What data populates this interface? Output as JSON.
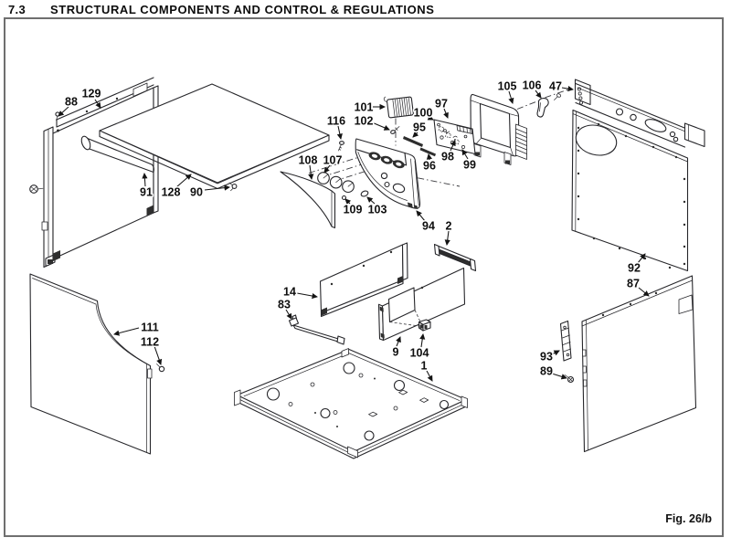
{
  "header": {
    "section_number": "7.3",
    "title": "STRUCTURAL COMPONENTS AND CONTROL & REGULATIONS"
  },
  "figure": {
    "caption": "Fig. 26/b"
  },
  "colors": {
    "ink": "#26262a",
    "paper": "#ffffff",
    "frame_border": "#6f6f6f"
  },
  "diagram": {
    "type": "exploded-parts-diagram",
    "subject": "Cabinet structural components, exploded isometric view",
    "part_labels": [
      "88",
      "129",
      "91",
      "128",
      "90",
      "116",
      "102",
      "101",
      "95",
      "96",
      "97",
      "98",
      "99",
      "100",
      "107",
      "108",
      "109",
      "103",
      "94",
      "2",
      "105",
      "106",
      "47",
      "92",
      "87",
      "93",
      "89",
      "111",
      "112",
      "14",
      "83",
      "9",
      "104",
      "1"
    ]
  }
}
